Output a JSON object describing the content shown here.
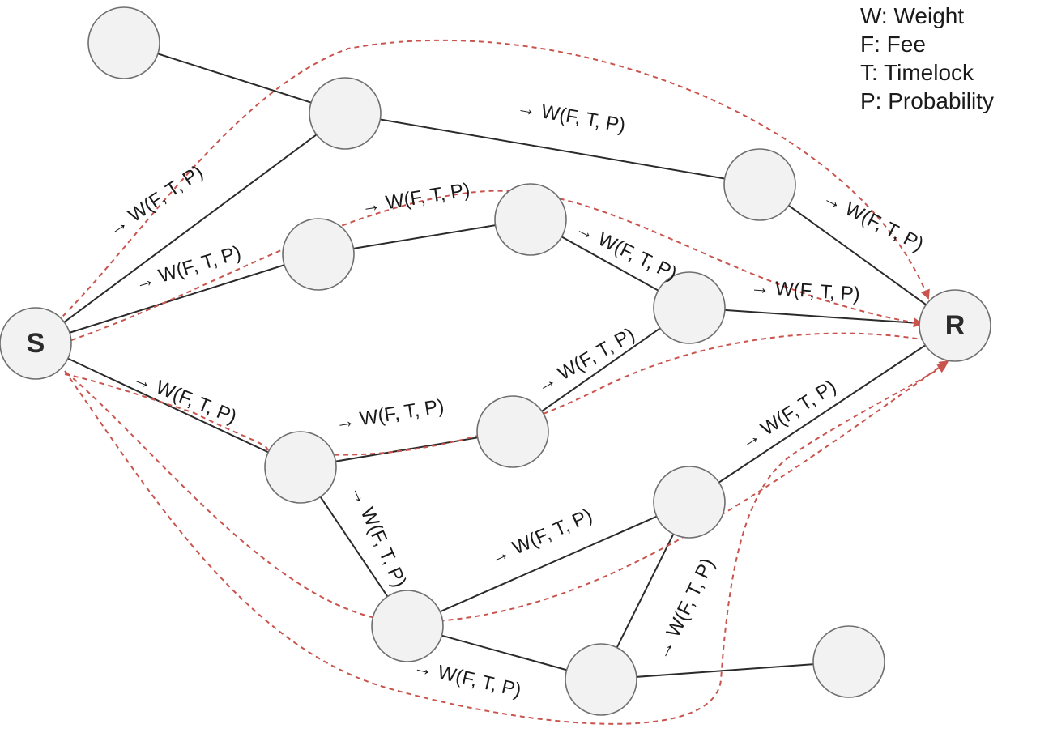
{
  "nodes": {
    "sender": "S",
    "receiver": "R"
  },
  "edge_label": "→ W(F, T, P)",
  "legend": [
    "W: Weight",
    "F: Fee",
    "T: Timelock",
    "P: Probability"
  ],
  "colors": {
    "edge": "#2b2b2b",
    "route": "#c9544d",
    "node_fill": "#f2f2f2",
    "node_stroke": "#6f6f6f"
  }
}
